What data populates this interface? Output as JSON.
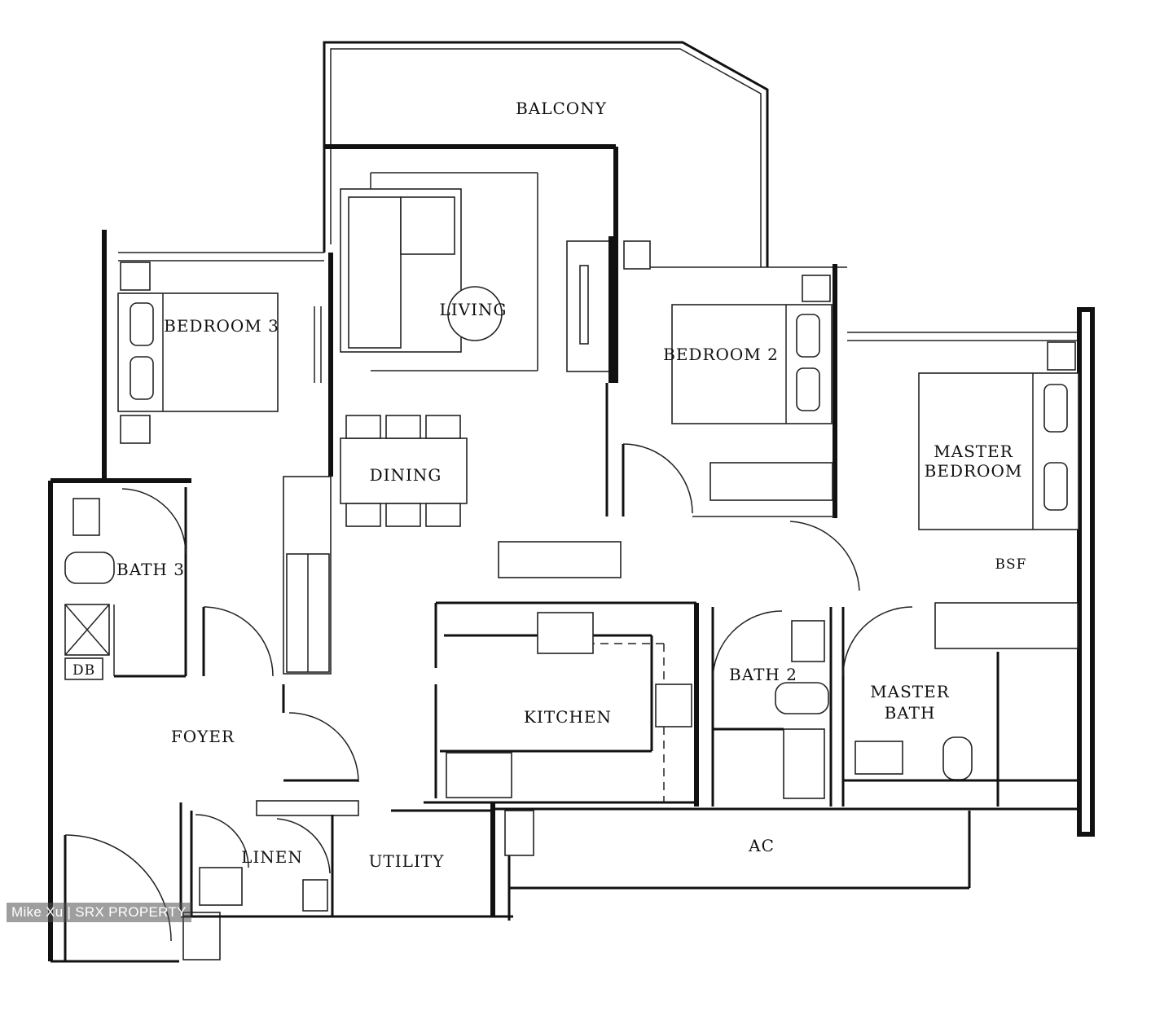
{
  "rooms": {
    "balcony": "BALCONY",
    "living": "LIVING",
    "dining": "DINING",
    "bedroom3": "BEDROOM 3",
    "bedroom2": "BEDROOM 2",
    "master_bedroom_line1": "MASTER",
    "master_bedroom_line2": "BEDROOM",
    "bath3": "BATH 3",
    "db": "DB",
    "bath2": "BATH 2",
    "master_bath_line1": "MASTER",
    "master_bath_line2": "BATH",
    "kitchen": "KITCHEN",
    "foyer": "FOYER",
    "linen": "LINEN",
    "utility": "UTILITY",
    "ac": "AC",
    "bsf": "BSF"
  },
  "watermark": "Mike Xu | SRX PROPERTY",
  "colors": {
    "line": "#111111",
    "background": "#ffffff"
  }
}
